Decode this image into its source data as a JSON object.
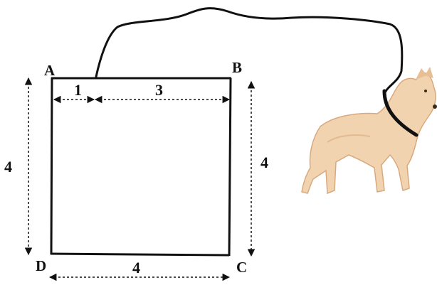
{
  "points": {
    "a": "A",
    "b": "B",
    "c": "C",
    "d": "D"
  },
  "dimensions": {
    "top_left_segment": "1",
    "top_right_segment": "3",
    "left_side": "4",
    "right_side": "4",
    "bottom_side": "4"
  },
  "colors": {
    "line": "#111111",
    "dog_fur": "#f2d3b0",
    "dog_shadow": "#d9a97e",
    "collar": "#111111"
  },
  "icons": {
    "dog": "dog-illustration"
  }
}
